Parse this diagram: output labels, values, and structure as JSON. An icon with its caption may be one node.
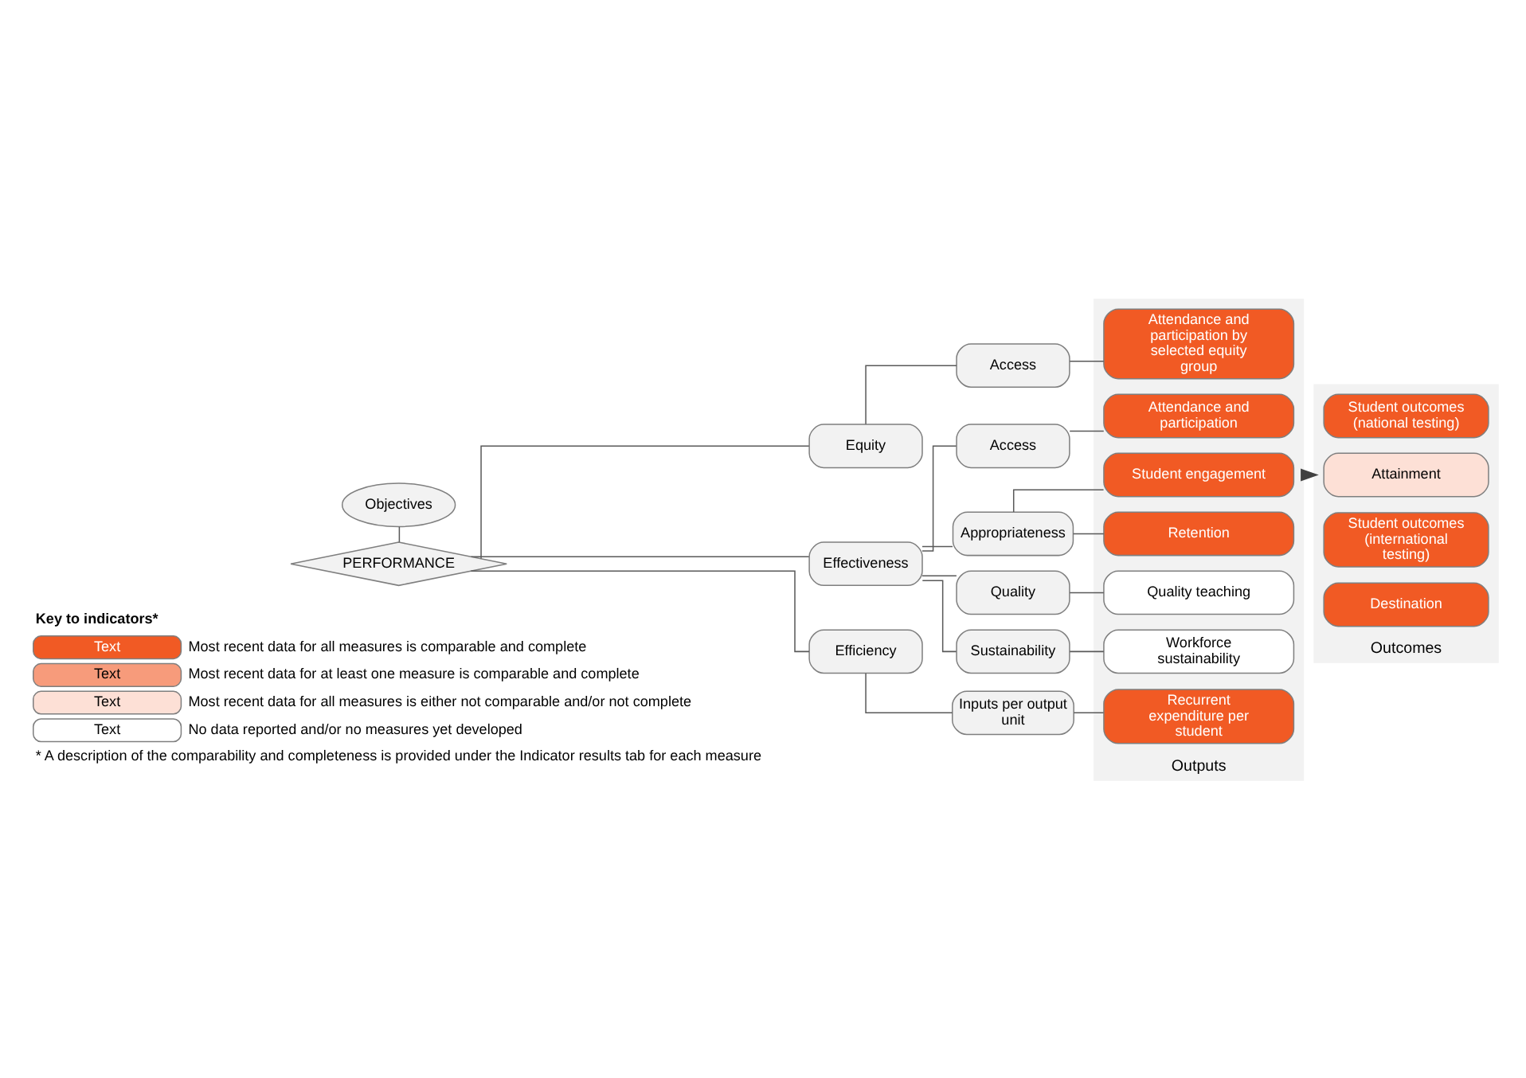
{
  "diagram": {
    "nodes": [
      {
        "text": [
          "Objectives"
        ]
      },
      {
        "text": [
          "PERFORMANCE"
        ]
      },
      {
        "text": [
          "Equity"
        ]
      },
      {
        "text": [
          "Effectiveness"
        ]
      },
      {
        "text": [
          "Efficiency"
        ]
      },
      {
        "text": [
          "Access"
        ]
      },
      {
        "text": [
          "Access"
        ]
      },
      {
        "text": [
          "Appropriateness"
        ]
      },
      {
        "text": [
          "Quality"
        ]
      },
      {
        "text": [
          "Sustainability"
        ]
      },
      {
        "text": [
          "Inputs per output unit"
        ]
      },
      {
        "text": [
          "Outputs"
        ]
      },
      {
        "text": [
          "Attendance and participation by selected equity group"
        ],
        "in": 11
      },
      {
        "text": [
          "Attendance and participation"
        ],
        "in": 11
      },
      {
        "text": [
          "Student engagement"
        ],
        "in": 11
      },
      {
        "text": [
          "Retention"
        ],
        "in": 11
      },
      {
        "text": [
          "Quality teaching"
        ],
        "in": 11
      },
      {
        "text": [
          "Workforce sustainability"
        ],
        "in": 11
      },
      {
        "text": [
          "Recurrent expenditure per student"
        ],
        "in": 11
      },
      {
        "text": [
          "Outcomes"
        ]
      },
      {
        "text": [
          "Student outcomes (national testing)"
        ],
        "in": 19
      },
      {
        "text": [
          "Attainment"
        ],
        "in": 19
      },
      {
        "text": [
          "Student outcomes (international testing)"
        ],
        "in": 19
      },
      {
        "text": [
          "Destination"
        ],
        "in": 19
      }
    ],
    "edges": [
      {
        "from": 0,
        "to": 1,
        "arrow": "none"
      },
      {
        "from": 1,
        "to": 2,
        "arrow": "none"
      },
      {
        "from": 1,
        "to": 3,
        "arrow": "none"
      },
      {
        "from": 1,
        "to": 4,
        "arrow": "none"
      },
      {
        "from": 2,
        "to": 5,
        "arrow": "none"
      },
      {
        "from": 3,
        "to": 6,
        "arrow": "none"
      },
      {
        "from": 3,
        "to": 7,
        "arrow": "none"
      },
      {
        "from": 3,
        "to": 8,
        "arrow": "none"
      },
      {
        "from": 3,
        "to": 9,
        "arrow": "none"
      },
      {
        "from": 4,
        "to": 10,
        "arrow": "none"
      },
      {
        "from": 5,
        "to": 12,
        "arrow": "none"
      },
      {
        "from": 6,
        "to": 13,
        "arrow": "none"
      },
      {
        "from": 7,
        "to": 14,
        "arrow": "none"
      },
      {
        "from": 7,
        "to": 15,
        "arrow": "none"
      },
      {
        "from": 8,
        "to": 16,
        "arrow": "none"
      },
      {
        "from": 9,
        "to": 17,
        "arrow": "none"
      },
      {
        "from": 10,
        "to": 18,
        "arrow": "none"
      },
      {
        "from": 11,
        "to": 19,
        "arrow": "to",
        "style": "thick",
        "color": "#404040"
      }
    ],
    "labels": [
      "Key to indicators*",
      "Text",
      "Text",
      "Text",
      "Text",
      "* A description of the comparability and completeness is provided under the Indicator results tab for each measure"
    ],
    "legend": [
      {
        "text": "Most recent data for all measures is comparable and complete",
        "color": "#f15a24"
      },
      {
        "text": "Most recent data for at least one measure is comparable and complete",
        "color": "#f79b7b"
      },
      {
        "text": "Most recent data for all measures is either not comparable and/or not complete",
        "color": "#fde0d6"
      },
      {
        "text": "No data reported and/or no measures yet developed",
        "color": "#ffffff"
      }
    ]
  }
}
